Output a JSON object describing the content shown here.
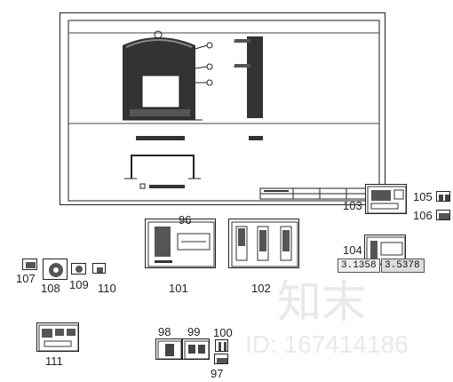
{
  "canvas": {
    "sheet_labels": [
      "96",
      "97",
      "98",
      "99",
      "100",
      "101",
      "102",
      "103",
      "104",
      "105",
      "106",
      "107",
      "108",
      "109",
      "110",
      "111"
    ]
  },
  "cursor_readout": {
    "x": "3.1358",
    "y": "3.5378"
  },
  "watermark": {
    "brand": "知末",
    "id": "ID: 167414186"
  }
}
